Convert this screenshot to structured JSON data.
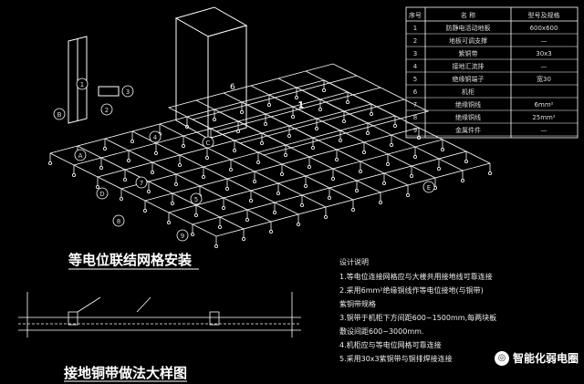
{
  "titles": {
    "main": "等电位联结网格安装",
    "detail": "接地铜带做法大样图"
  },
  "table": {
    "headers": [
      "序号",
      "名 称",
      "型号及规格"
    ],
    "rows": [
      [
        "1",
        "防静电活动地板",
        "600x600"
      ],
      [
        "2",
        "地板可调支撑",
        "—"
      ],
      [
        "3",
        "紫铜带",
        "30x3"
      ],
      [
        "4",
        "接地汇流排",
        "—"
      ],
      [
        "5",
        "绝缘铜端子",
        "宽30"
      ],
      [
        "6",
        "机柜",
        ""
      ],
      [
        "7",
        "绝缘铜线",
        "6mm²"
      ],
      [
        "8",
        "绝缘铜线",
        "25mm²"
      ],
      [
        "9",
        "金属件件",
        "—"
      ]
    ]
  },
  "labels": {
    "cabinet": "6",
    "floor": "1",
    "callouts": [
      "1",
      "2",
      "3",
      "4",
      "5",
      "7",
      "8",
      "9",
      "A",
      "B",
      "C",
      "D",
      "E"
    ]
  },
  "notes": {
    "heading": "设计说明",
    "lines": [
      "1.等电位连接网格应与大楼共用接地线可靠连接",
      "2.采用6mm²绝缘铜线作等电位接地(与铜带)",
      "  紫铜带规格",
      "3.铜带于机柜下方间距600~1500mm,每两块板",
      "  敷设间距600~3000mm.",
      "4.机柜应与等电位网格可靠连接",
      "5.采用30x3紫铜带与铜排焊接连接"
    ]
  },
  "watermark": {
    "text": "智能化弱电圈",
    "icon": "wechat-icon"
  },
  "colors": {
    "background": "#000000",
    "lines": "#ffffff"
  }
}
